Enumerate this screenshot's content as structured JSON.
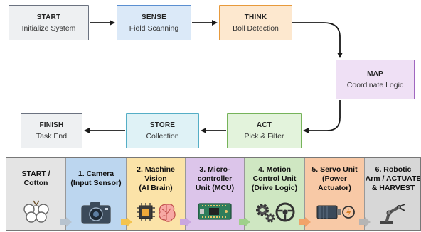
{
  "flow": {
    "start": {
      "title": "START",
      "subtitle": "Initialize System"
    },
    "sense": {
      "title": "SENSE",
      "subtitle": "Field Scanning"
    },
    "think": {
      "title": "THINK",
      "subtitle": "Boll Detection"
    },
    "map": {
      "title": "MAP",
      "subtitle": "Coordinate Logic"
    },
    "act": {
      "title": "ACT",
      "subtitle": "Pick & Filter"
    },
    "store": {
      "title": "STORE",
      "subtitle": "Collection"
    },
    "finish": {
      "title": "FINISH",
      "subtitle": "Task End"
    }
  },
  "pipeline": {
    "segments": [
      {
        "label": "START /\nCotton",
        "color": "#e4e4e4",
        "icon": "cotton-icon"
      },
      {
        "label": "1. Camera\n(Input Sensor)",
        "color": "#bcd6ef",
        "icon": "camera-icon"
      },
      {
        "label": "2. Machine\nVision\n(AI Brain)",
        "color": "#fbe3a8",
        "icon": "chip-brain-icon"
      },
      {
        "label": "3. Micro-\ncontroller\nUnit (MCU)",
        "color": "#dcc5ea",
        "icon": "microcontroller-icon"
      },
      {
        "label": "4. Motion\nControl Unit\n(Drive Logic)",
        "color": "#cfe7c2",
        "icon": "gears-wheel-icon"
      },
      {
        "label": "5. Servo Unit\n(Power\nActuator)",
        "color": "#f8c9a6",
        "icon": "servo-icon"
      },
      {
        "label": "6. Robotic\nArm / ACTUATE\n& HARVEST",
        "color": "#d7d7d7",
        "icon": "robotic-arm-icon"
      }
    ]
  },
  "colors": {
    "arrow": "#1a1a1a",
    "chevron": "#b7c3cf"
  }
}
